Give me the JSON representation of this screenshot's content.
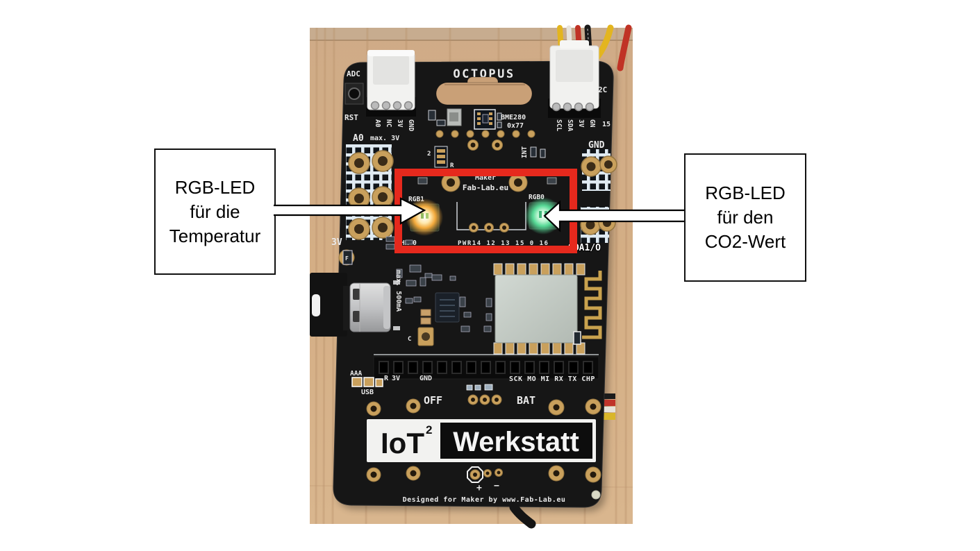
{
  "figure": {
    "left_callout": {
      "line1": "RGB-LED",
      "line2": "für die",
      "line3": "Temperatur"
    },
    "right_callout": {
      "line1": "RGB-LED",
      "line2": "für den",
      "line3": "CO2-Wert"
    }
  },
  "board": {
    "title": "OCTOPUS",
    "highlight_color": "#e6291d",
    "leds": [
      {
        "label": "RGB1",
        "glow": "#f2a93c"
      },
      {
        "label": "RGB0",
        "glow": "#57d996"
      }
    ],
    "silkscreen": {
      "adc": "ADC",
      "rst": "RST",
      "left_connector_pins": [
        "A0",
        "NC",
        "3V",
        "GND"
      ],
      "a0": "A0",
      "a0_max": "max. 3V",
      "bme280": "BME280",
      "bme280_addr": "0x77",
      "i2c_partial": "2C",
      "right_connector_pins": [
        "SCL",
        "SDA",
        "3V",
        "GN"
      ],
      "pin15": "15",
      "gnd_top": "GND",
      "int": "INT",
      "jumper_2": "2",
      "jumper_r": "R",
      "maker": "Maker",
      "fablab": "Fab-Lab.eu",
      "rgb1": "RGB1",
      "rgb0": "RGB0",
      "hr0": "HR 0",
      "gpio_row": "PWR14 12 13 15 0 16",
      "sda_io": "SDA1/O",
      "v3_left": "3V",
      "fuse": "F",
      "max_current": "max. 500mA",
      "c_label": "C",
      "aaa": "AAA",
      "usb": "USB",
      "r": "R",
      "v3_bottom": "3V",
      "gnd_bottom": "GND",
      "spi_row": "SCK MO MI RX TX CHP",
      "off": "OFF",
      "bat": "BAT",
      "plus": "+",
      "minus": "−",
      "logo_iot": "IoT",
      "logo_exp": "2",
      "logo_werkstatt": "Werkstatt",
      "footer": "Designed for Maker by www.Fab-Lab.eu"
    }
  }
}
